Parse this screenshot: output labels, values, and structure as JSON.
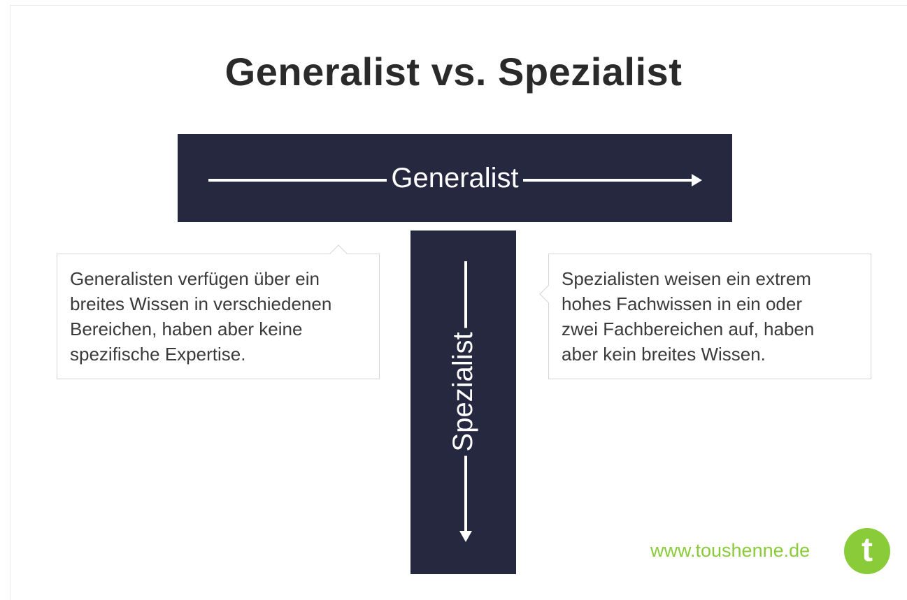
{
  "title": "Generalist vs. Spezialist",
  "horizontal_bar": {
    "label": "Generalist"
  },
  "vertical_bar": {
    "label": "Spezialist"
  },
  "callouts": [
    {
      "lines": [
        "Generalisten verfügen über ein",
        "breites Wissen in verschiedenen",
        "Bereichen, haben aber keine",
        "spezifische Expertise."
      ]
    },
    {
      "lines": [
        "Spezialisten weisen ein extrem",
        "hohes Fachwissen in ein oder",
        "zwei Fachbereichen auf, haben",
        "aber kein breites Wissen."
      ]
    }
  ],
  "brand": {
    "url": "www.toushenne.de",
    "logo_letter": "t"
  },
  "colors": {
    "bar": "#262840",
    "accent": "#8acb3a",
    "text": "#2a2a2a"
  },
  "icons": {
    "arrow_right": "arrow-right-icon",
    "arrow_down": "arrow-down-icon"
  }
}
